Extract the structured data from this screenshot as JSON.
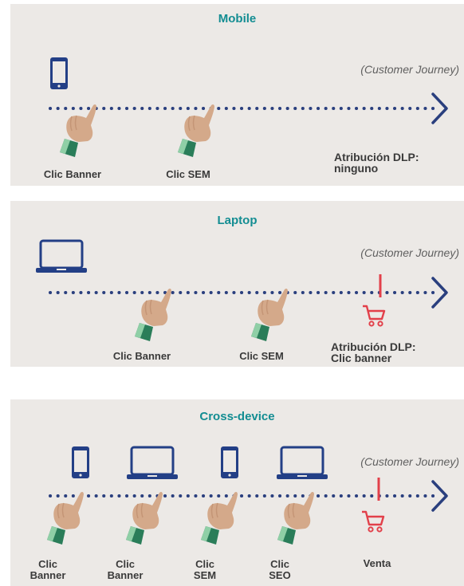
{
  "panels": [
    {
      "title": "Mobile",
      "journey": "(Customer Journey)",
      "steps": [
        "Clic Banner",
        "Clic SEM"
      ],
      "attribution_title": "Atribución DLP:",
      "attribution_value": "ninguno"
    },
    {
      "title": "Laptop",
      "journey": "(Customer Journey)",
      "steps": [
        "Clic Banner",
        "Clic SEM"
      ],
      "attribution_title": "Atribución DLP:",
      "attribution_value": "Clic banner"
    },
    {
      "title": "Cross-device",
      "journey": "(Customer Journey)",
      "steps": [
        {
          "line1": "Clic",
          "line2": "Banner"
        },
        {
          "line1": "Clic",
          "line2": "Banner"
        },
        {
          "line1": "Clic",
          "line2": "SEM"
        },
        {
          "line1": "Clic",
          "line2": "SEO"
        }
      ],
      "sale_label": "Venta"
    }
  ],
  "colors": {
    "panel_bg": "#ece9e6",
    "title": "#138d92",
    "dots": "#2a3f7e",
    "device": "#233f86",
    "sale": "#e2404a",
    "skin": "#d4a98a",
    "cuff_light": "#8fcfa6",
    "cuff_dark": "#2a7d59"
  },
  "icons": [
    "phone-icon",
    "laptop-icon",
    "hand-click-icon",
    "cart-icon",
    "chevron-right-icon"
  ]
}
